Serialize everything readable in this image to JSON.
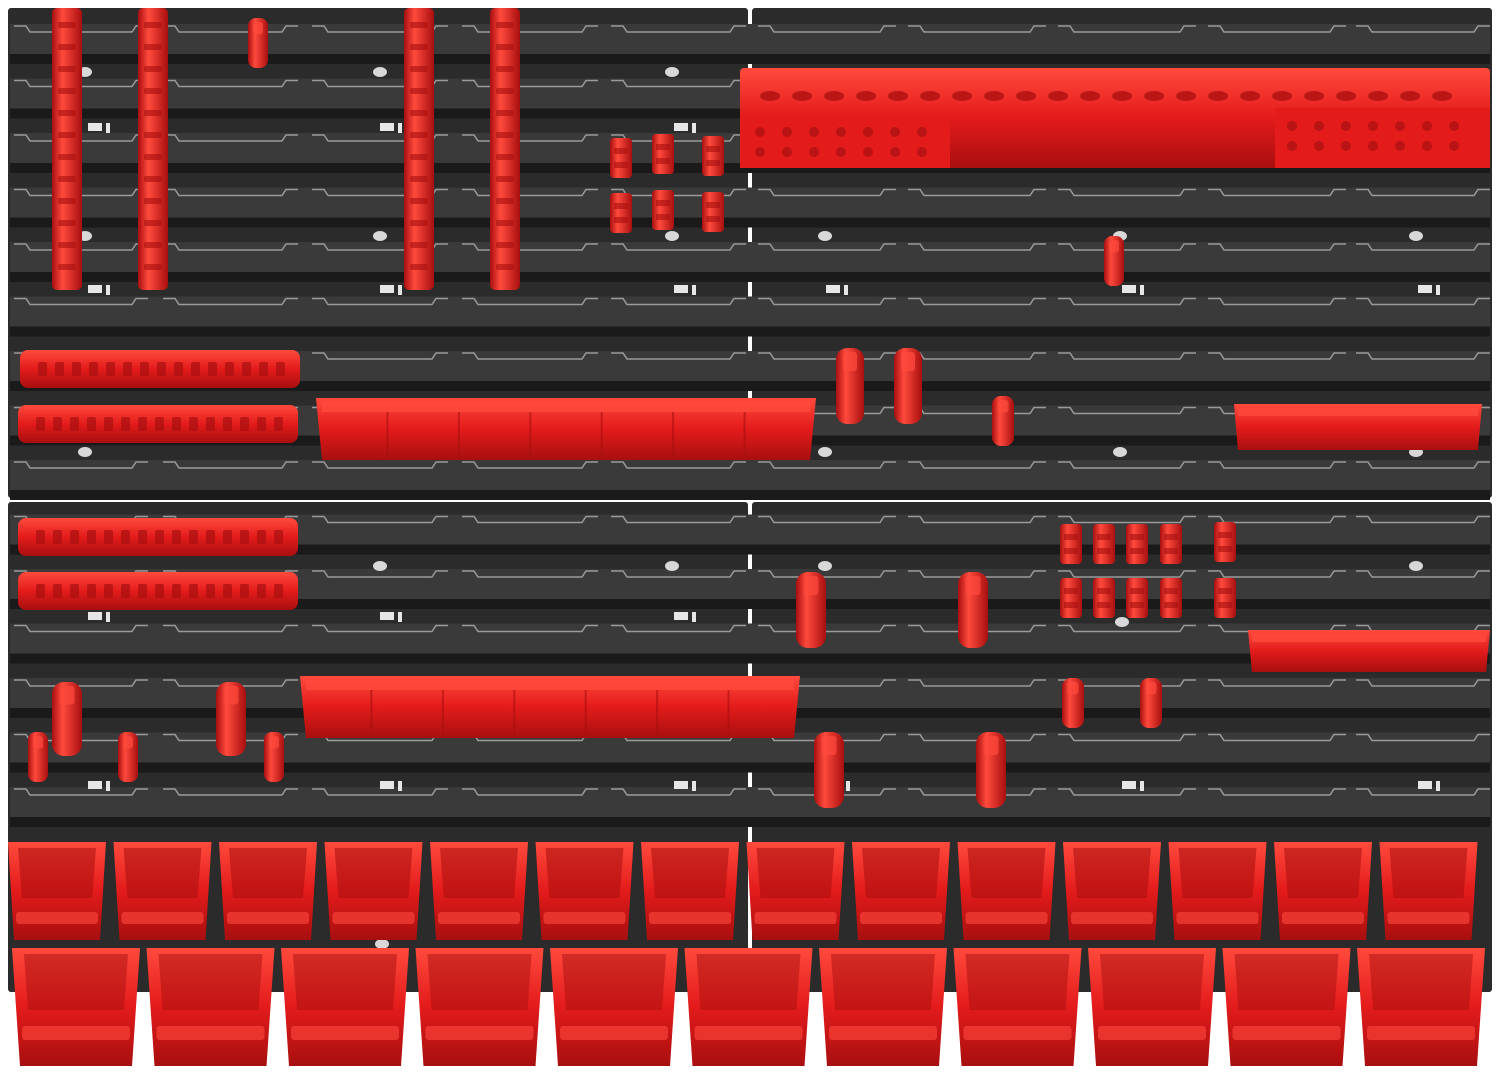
{
  "scene": {
    "subject": "pegboard",
    "colors": {
      "board": "#2b2b2b",
      "board_dark": "#1a1a1a",
      "rail": "#3a3a3a",
      "rail_highlight": "#9a9a9a",
      "slot": "#111111",
      "red": "#e31b1b",
      "red_dark": "#a80f0f",
      "red_light": "#ff4a3d",
      "background": "#ffffff"
    },
    "counts": {
      "bins_upper_row": 14,
      "bins_lower_row": 11,
      "vertical_holders": 4,
      "horizontal_holders": 4,
      "long_trays": 2,
      "short_trays": 2,
      "clip_groups": 3
    }
  }
}
